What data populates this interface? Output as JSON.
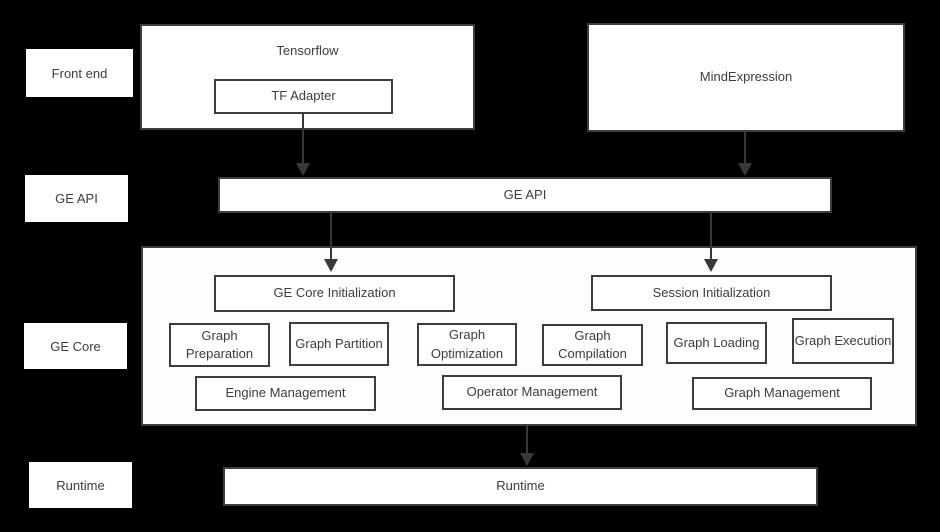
{
  "side_labels": [
    {
      "label": "Front end"
    },
    {
      "label": "GE API"
    },
    {
      "label": "GE Core"
    },
    {
      "label": "Runtime"
    }
  ],
  "front_end": {
    "tensorflow_label": "Tensorflow",
    "tf_adapter_label": "TF Adapter",
    "mindexpression_label": "MindExpression"
  },
  "ge_api": {
    "label": "GE API"
  },
  "ge_core": {
    "init_row": [
      {
        "label": "GE Core Initialization"
      },
      {
        "label": "Session Initialization"
      }
    ],
    "stage_row": [
      {
        "label": "Graph Preparation"
      },
      {
        "label": "Graph Partition"
      },
      {
        "label": "Graph Optimization"
      },
      {
        "label": "Graph Compilation"
      },
      {
        "label": "Graph Loading"
      },
      {
        "label": "Graph Execution"
      }
    ],
    "management_row": [
      {
        "label": "Engine Management"
      },
      {
        "label": "Operator Management"
      },
      {
        "label": "Graph Management"
      }
    ]
  },
  "runtime": {
    "label": "Runtime"
  },
  "colors": {
    "background": "#000000",
    "box_fill": "#ffffff",
    "box_border": "#3d3d3d",
    "text": "#3d3d3d",
    "arrow": "#383838"
  }
}
